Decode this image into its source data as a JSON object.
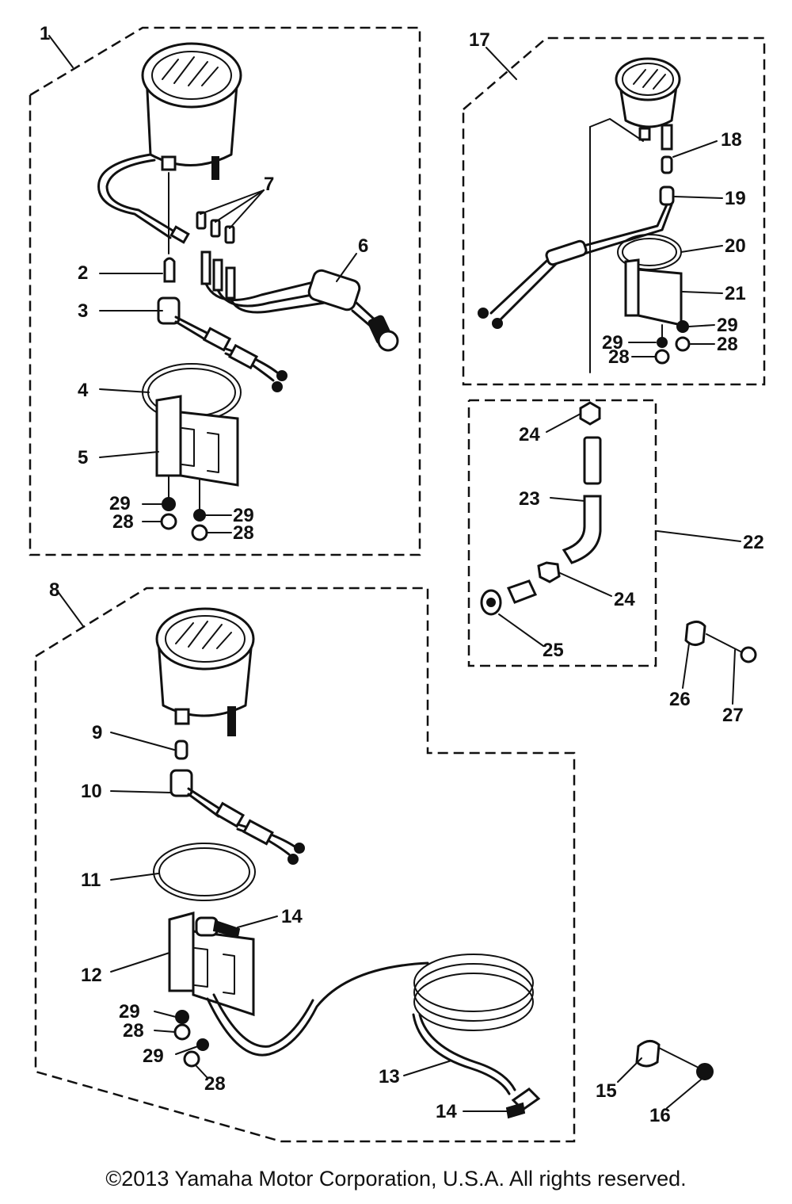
{
  "callouts": {
    "c1": "1",
    "c2": "2",
    "c3": "3",
    "c4": "4",
    "c5": "5",
    "c6": "6",
    "c7": "7",
    "c8": "8",
    "c9": "9",
    "c10": "10",
    "c11": "11",
    "c12": "12",
    "c13": "13",
    "c14a": "14",
    "c14b": "14",
    "c15": "15",
    "c16": "16",
    "c17": "17",
    "c18": "18",
    "c19": "19",
    "c20": "20",
    "c21": "21",
    "c22": "22",
    "c23": "23",
    "c24a": "24",
    "c24b": "24",
    "c25": "25",
    "c26": "26",
    "c27": "27",
    "c28a": "28",
    "c28b": "28",
    "c28c": "28",
    "c28d": "28",
    "c28e": "28",
    "c29a": "29",
    "c29b": "29",
    "c29c": "29",
    "c29d": "29",
    "c29e": "29",
    "c29f": "29"
  },
  "copyright": "©2013 Yamaha Motor Corporation, U.S.A. All rights reserved."
}
